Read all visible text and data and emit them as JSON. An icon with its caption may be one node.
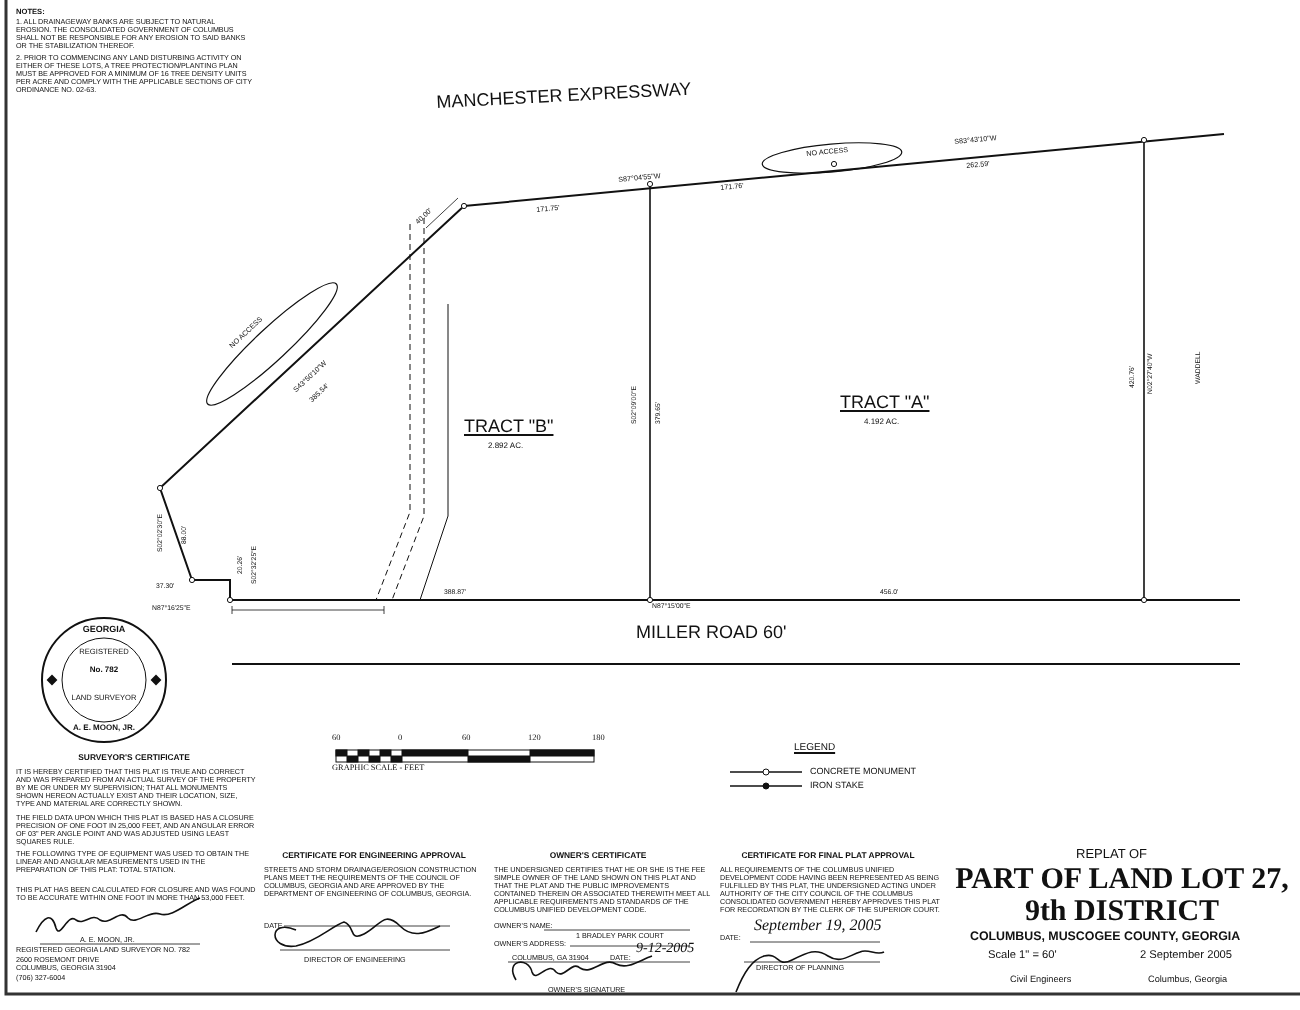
{
  "diagram": {
    "title": "PART OF LAND LOT 27, 9th DISTRICT",
    "labels": [
      "NOTES:",
      "1. ALL DRAINAGEWAY BANKS ARE SUBJECT TO NATURAL EROSION. THE CONSOLIDATED GOVERNMENT OF COLUMBUS SHALL NOT BE RESPONSIBLE FOR ANY EROSION TO SAID BANKS OR THE STABILIZATION THEREOF.",
      "2. PRIOR TO COMMENCING ANY LAND DISTURBING ACTIVITY ON EITHER OF THESE LOTS, A TREE PROTECTION/PLANTING PLAN MUST BE APPROVED FOR A MINIMUM OF 16 TREE DENSITY UNITS PER ACRE AND COMPLY WITH THE APPLICABLE SECTIONS OF CITY ORDINANCE NO. 02-63.",
      "MANCHESTER EXPRESSWAY",
      "S87°04'55\"W",
      "171.75'",
      "171.76'",
      "NO ACCESS",
      "S83°43'10\"W",
      "262.59'",
      "40.00'",
      "NO ACCESS",
      "S43°50'10\"W",
      "385.54'",
      "S02°09'00\"E",
      "379.65'",
      "TRACT \"B\"",
      "2.892 AC.",
      "TRACT \"A\"",
      "4.192 AC.",
      "420.76'",
      "N02°27'40\"W",
      "WADDELL",
      "S02°02'30\"E",
      "88.00'",
      "20.26'",
      "S02°32'25\"E",
      "37.30'",
      "N87°16'25\"E",
      "388.87'",
      "N87°15'00\"E",
      "456.0'",
      "MILLER ROAD 60'",
      "GEORGIA",
      "REGISTERED",
      "No. 782",
      "LAND SURVEYOR",
      "A. E. MOON, JR.",
      "60",
      "0",
      "60",
      "120",
      "180",
      "LEGEND",
      "SURVEYOR'S CERTIFICATE",
      "GRAPHIC SCALE - FEET",
      "IT IS HEREBY CERTIFIED THAT THIS PLAT IS TRUE AND CORRECT AND WAS PREPARED FROM AN ACTUAL SURVEY OF THE PROPERTY BY ME OR UNDER MY SUPERVISION; THAT ALL MONUMENTS SHOWN HEREON ACTUALLY EXIST AND THEIR LOCATION, SIZE, TYPE AND MATERIAL ARE CORRECTLY SHOWN.",
      "THE FIELD DATA UPON WHICH THIS PLAT IS BASED HAS A CLOSURE PRECISION OF ONE FOOT IN 25,000 FEET, AND AN ANGULAR ERROR OF 03\" PER ANGLE POINT AND WAS ADJUSTED USING LEAST SQUARES RULE.",
      "THE FOLLOWING TYPE OF EQUIPMENT WAS USED TO OBTAIN THE LINEAR AND ANGULAR MEASUREMENTS USED IN THE PREPARATION OF THIS PLAT: TOTAL STATION.",
      "THIS PLAT HAS BEEN CALCULATED FOR CLOSURE AND WAS FOUND TO BE ACCURATE WITHIN ONE FOOT IN MORE THAN 53,000 FEET.",
      "A. E. MOON, JR.",
      "REGISTERED GEORGIA LAND SURVEYOR NO. 782",
      "2600 ROSEMONT DRIVE",
      "COLUMBUS, GEORGIA 31904",
      "(706) 327-6004",
      "CERTIFICATE FOR ENGINEERING APPROVAL",
      "STREETS AND STORM DRAINAGE/EROSION CONSTRUCTION PLANS MEET THE REQUIREMENTS OF THE COUNCIL OF COLUMBUS, GEORGIA AND ARE APPROVED BY THE DEPARTMENT OF ENGINEERING OF COLUMBUS, GEORGIA.",
      "DATE",
      "DIRECTOR OF ENGINEERING",
      "OWNER'S CERTIFICATE",
      "THE UNDERSIGNED CERTIFIES THAT HE OR SHE IS THE FEE SIMPLE OWNER OF THE LAND SHOWN ON THIS PLAT AND THAT THE PLAT AND THE PUBLIC IMPROVEMENTS CONTAINED THEREIN OR ASSOCIATED THEREWITH MEET ALL APPLICABLE REQUIREMENTS AND STANDARDS OF THE COLUMBUS UNIFIED DEVELOPMENT CODE.",
      "OWNER'S NAME:",
      "OWNER'S ADDRESS:",
      "1 BRADLEY PARK COURT",
      "COLUMBUS, GA 31904",
      "DATE:",
      "9-12-2005",
      "OWNER'S SIGNATURE",
      "CERTIFICATE FOR FINAL PLAT APPROVAL",
      "ALL REQUIREMENTS OF THE COLUMBUS UNIFIED DEVELOPMENT CODE HAVING BEEN REPRESENTED AS BEING FULFILLED BY THIS PLAT, THE UNDERSIGNED ACTING UNDER AUTHORITY OF THE CITY COUNCIL OF THE COLUMBUS CONSOLIDATED GOVERNMENT HEREBY APPROVES THIS PLAT FOR RECORDATION BY THE CLERK OF THE SUPERIOR COURT.",
      "DATE:",
      "September 19, 2005",
      "DIRECTOR OF PLANNING",
      "REPLAT OF",
      "COLUMBUS, MUSCOGEE COUNTY, GEORGIA",
      "Scale 1\" = 60'",
      "2 September 2005",
      "Civil Engineers",
      "Columbus, Georgia"
    ],
    "legend": [
      {
        "text": "CONCRETE MONUMENT"
      },
      {
        "text": "IRON STAKE"
      }
    ]
  }
}
